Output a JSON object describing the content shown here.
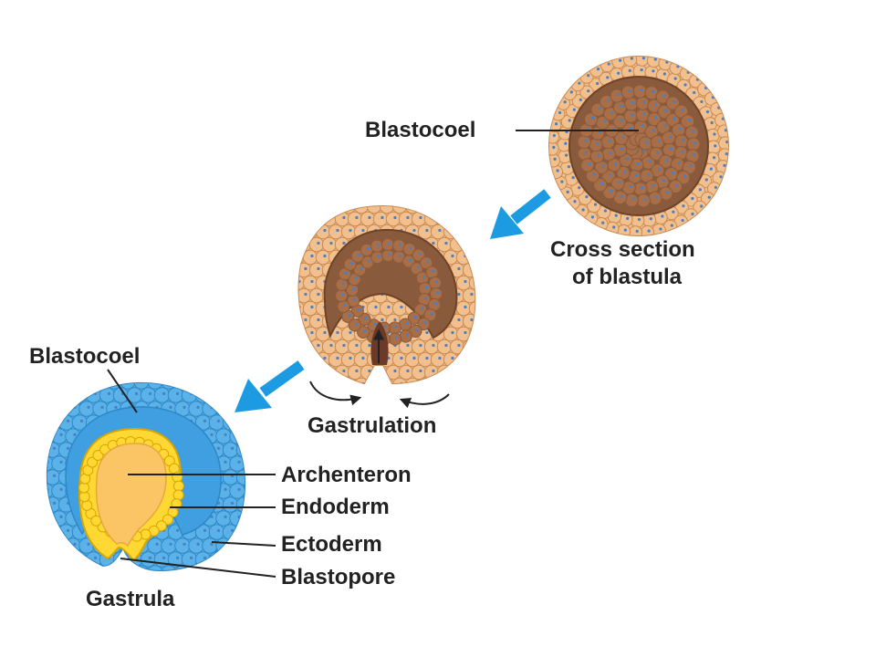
{
  "colors": {
    "background": "#ffffff",
    "cell_tan": "#f1c08e",
    "cell_tan_edge": "#c98a52",
    "inner_brown": "#8a5a3c",
    "inner_brown_cell": "#a86e48",
    "ectoderm_blue": "#5ab2e8",
    "ectoderm_edge": "#2f87c6",
    "endoderm_yellow": "#ffd834",
    "endoderm_edge": "#d9a500",
    "archenteron_fill": "#fbc566",
    "arrow_blue": "#1c9be2",
    "nucleus": "#4a7fc4",
    "leader": "#222222"
  },
  "stages": {
    "blastula": {
      "label_line1": "Cross section",
      "label_line2": "of blastula",
      "cavity_label": "Blastocoel"
    },
    "mid": {
      "label": "Gastrulation"
    },
    "gastrula": {
      "label": "Gastrula",
      "cavity_label": "Blastocoel",
      "parts": [
        "Archenteron",
        "Endoderm",
        "Ectoderm",
        "Blastopore"
      ]
    }
  },
  "icons": {
    "stage_arrow_1": "arrow-down-left-icon",
    "stage_arrow_2": "arrow-down-left-icon",
    "infolding_arrows": "curved-arrow-icon"
  }
}
